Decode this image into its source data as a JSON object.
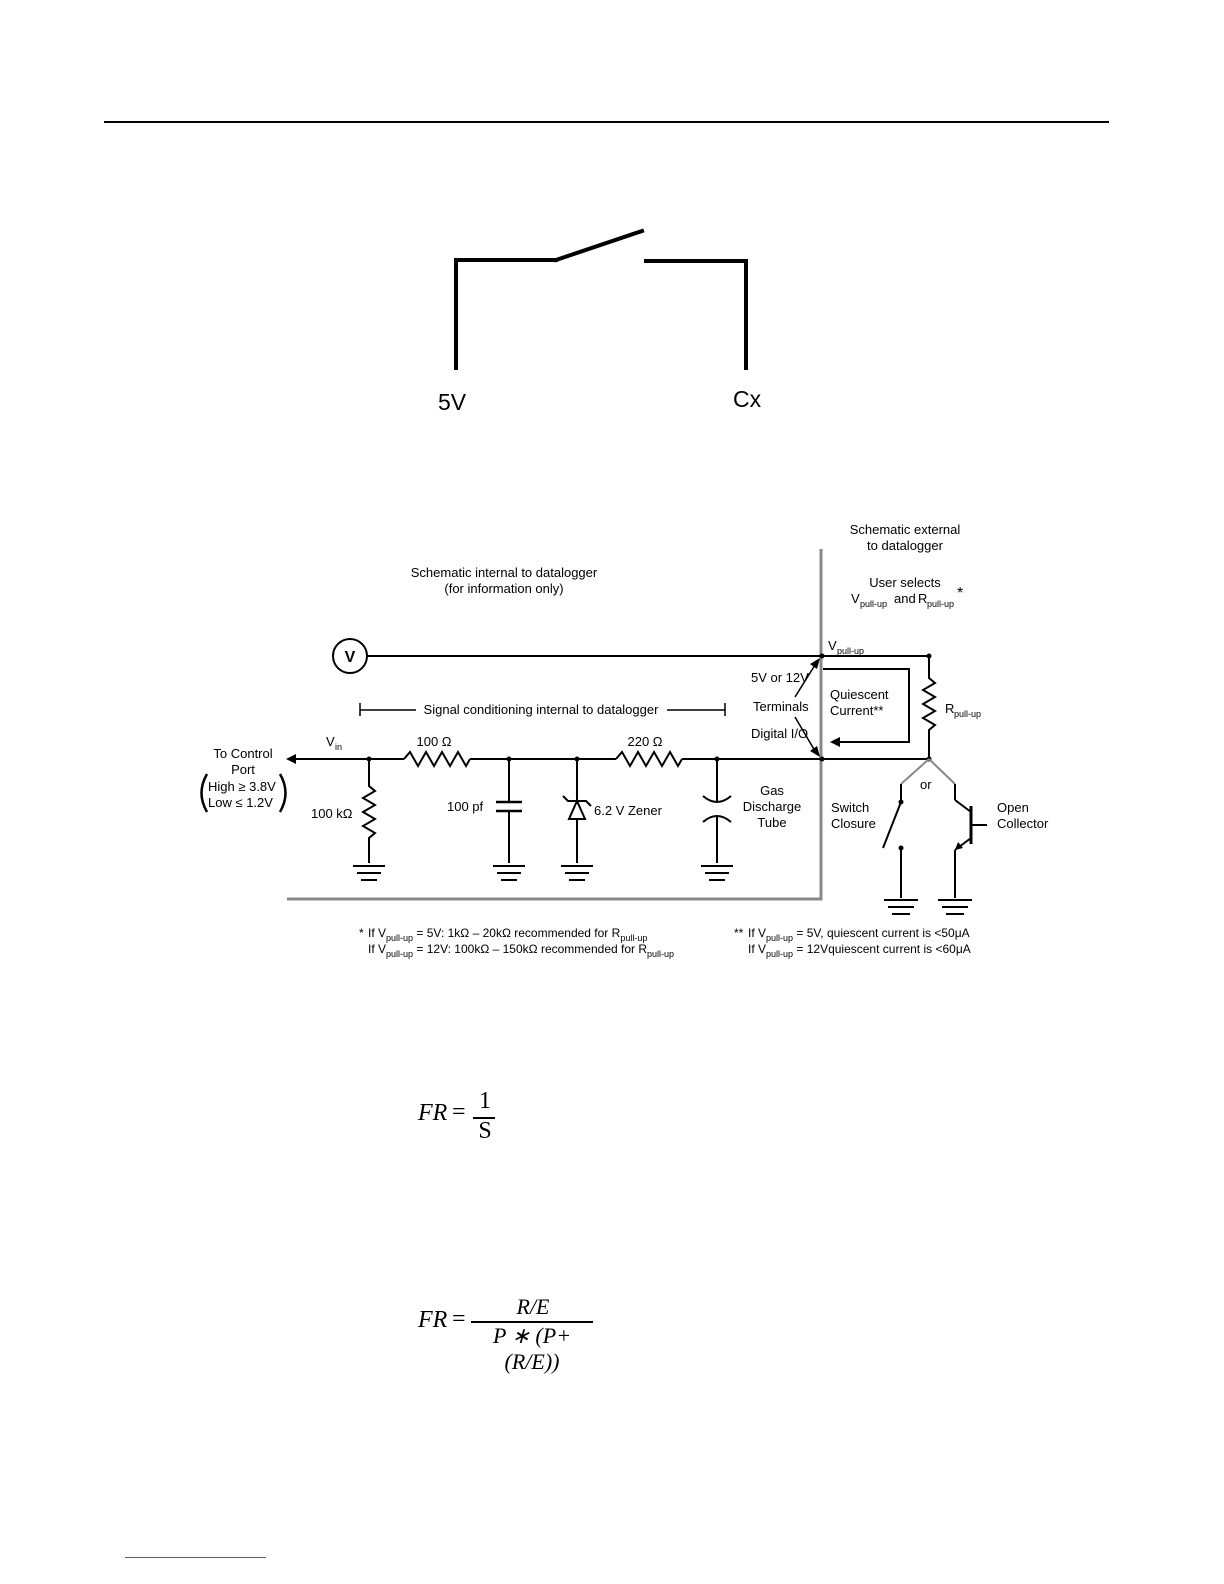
{
  "switch_figure": {
    "label_left": "5V",
    "label_right": "Cx"
  },
  "schematic": {
    "external_title_1": "Schematic external",
    "external_title_2": "to datalogger",
    "user_selects": "User selects",
    "vpullup_main": "V",
    "pullup_sub": "pull-up",
    "and_text": "and",
    "r_main": "R",
    "asterisk": "*",
    "internal_title_1": "Schematic internal to datalogger",
    "internal_title_2": "(for information only)",
    "voltmeter_symbol": "V",
    "vpullup_node_main": "V",
    "five_or_twelve": "5V or 12V",
    "terminals": "Terminals",
    "digital_io": "Digital I/O",
    "quiescent_1": "Quiescent",
    "quiescent_2": "Current**",
    "rpullup_main": "R",
    "signal_conditioning": "Signal conditioning internal to datalogger",
    "to_control_port_1": "To Control",
    "to_control_port_2": "Port",
    "high_threshold": "High ≥ 3.8V",
    "low_threshold": "Low ≤ 1.2V",
    "vin_main": "V",
    "vin_sub": "in",
    "r100_ohm": "100 Ω",
    "r220_ohm": "220 Ω",
    "r100k": "100 kΩ",
    "c100pf": "100 pf",
    "zener": "6.2 V Zener",
    "gas_1": "Gas",
    "gas_2": "Discharge",
    "gas_3": "Tube",
    "or_text": "or",
    "switch_1": "Switch",
    "switch_2": "Closure",
    "open_1": "Open",
    "open_2": "Collector",
    "note1_star": "*",
    "note1_line1_a": "If V",
    "note1_line1_b": " = 5V: 1kΩ – 20kΩ recommended for R",
    "note1_line2_a": "If V",
    "note1_line2_b": " = 12V: 100kΩ – 150kΩ recommended for R",
    "note2_star": "**",
    "note2_line1_a": "If V",
    "note2_line1_b": " = 5V, quiescent current is <50μA",
    "note2_line2_a": "If V",
    "note2_line2_b": " = 12Vquiescent current is <60μA"
  },
  "equation1": {
    "lhs": "FR",
    "eq": "=",
    "numerator": "1",
    "denominator": "S"
  },
  "equation2": {
    "lhs": "FR",
    "eq": "=",
    "numerator": "R/E",
    "denominator": "P ∗ (P+(R/E))"
  }
}
